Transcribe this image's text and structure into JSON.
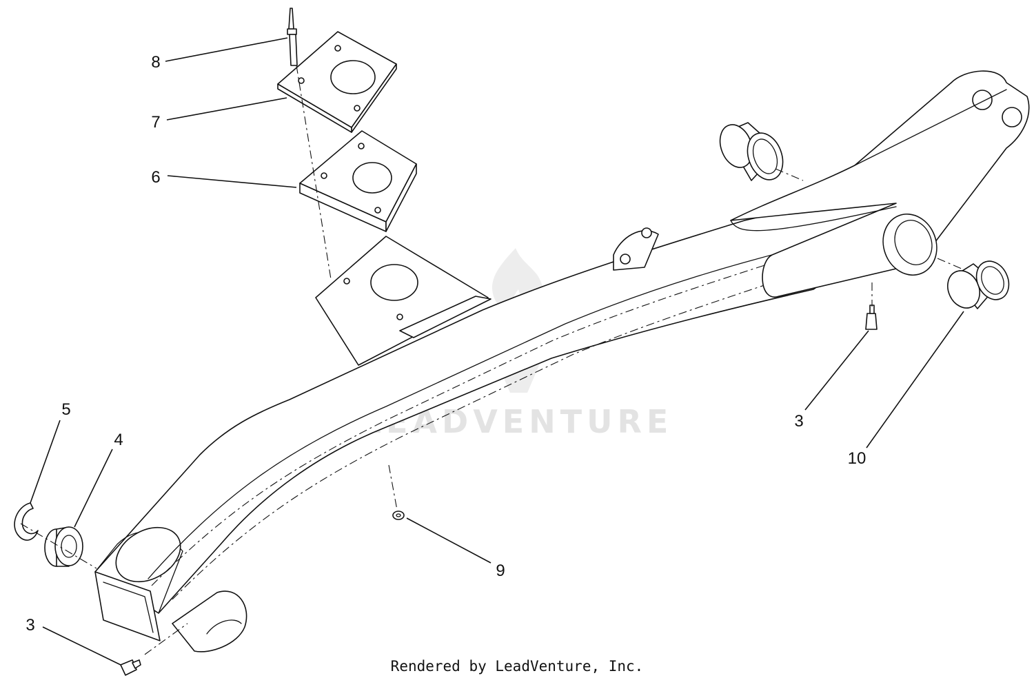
{
  "callouts": {
    "c8": "8",
    "c7": "7",
    "c6": "6",
    "c5": "5",
    "c4": "4",
    "c3_left": "3",
    "c3_right": "3",
    "c9": "9",
    "c10": "10"
  },
  "watermark": {
    "text": "LEADVENTURE"
  },
  "footer": {
    "credit": "Rendered by LeadVenture, Inc."
  },
  "colors": {
    "line": "#111111",
    "background": "#ffffff",
    "watermark": "#d8d8d8"
  }
}
